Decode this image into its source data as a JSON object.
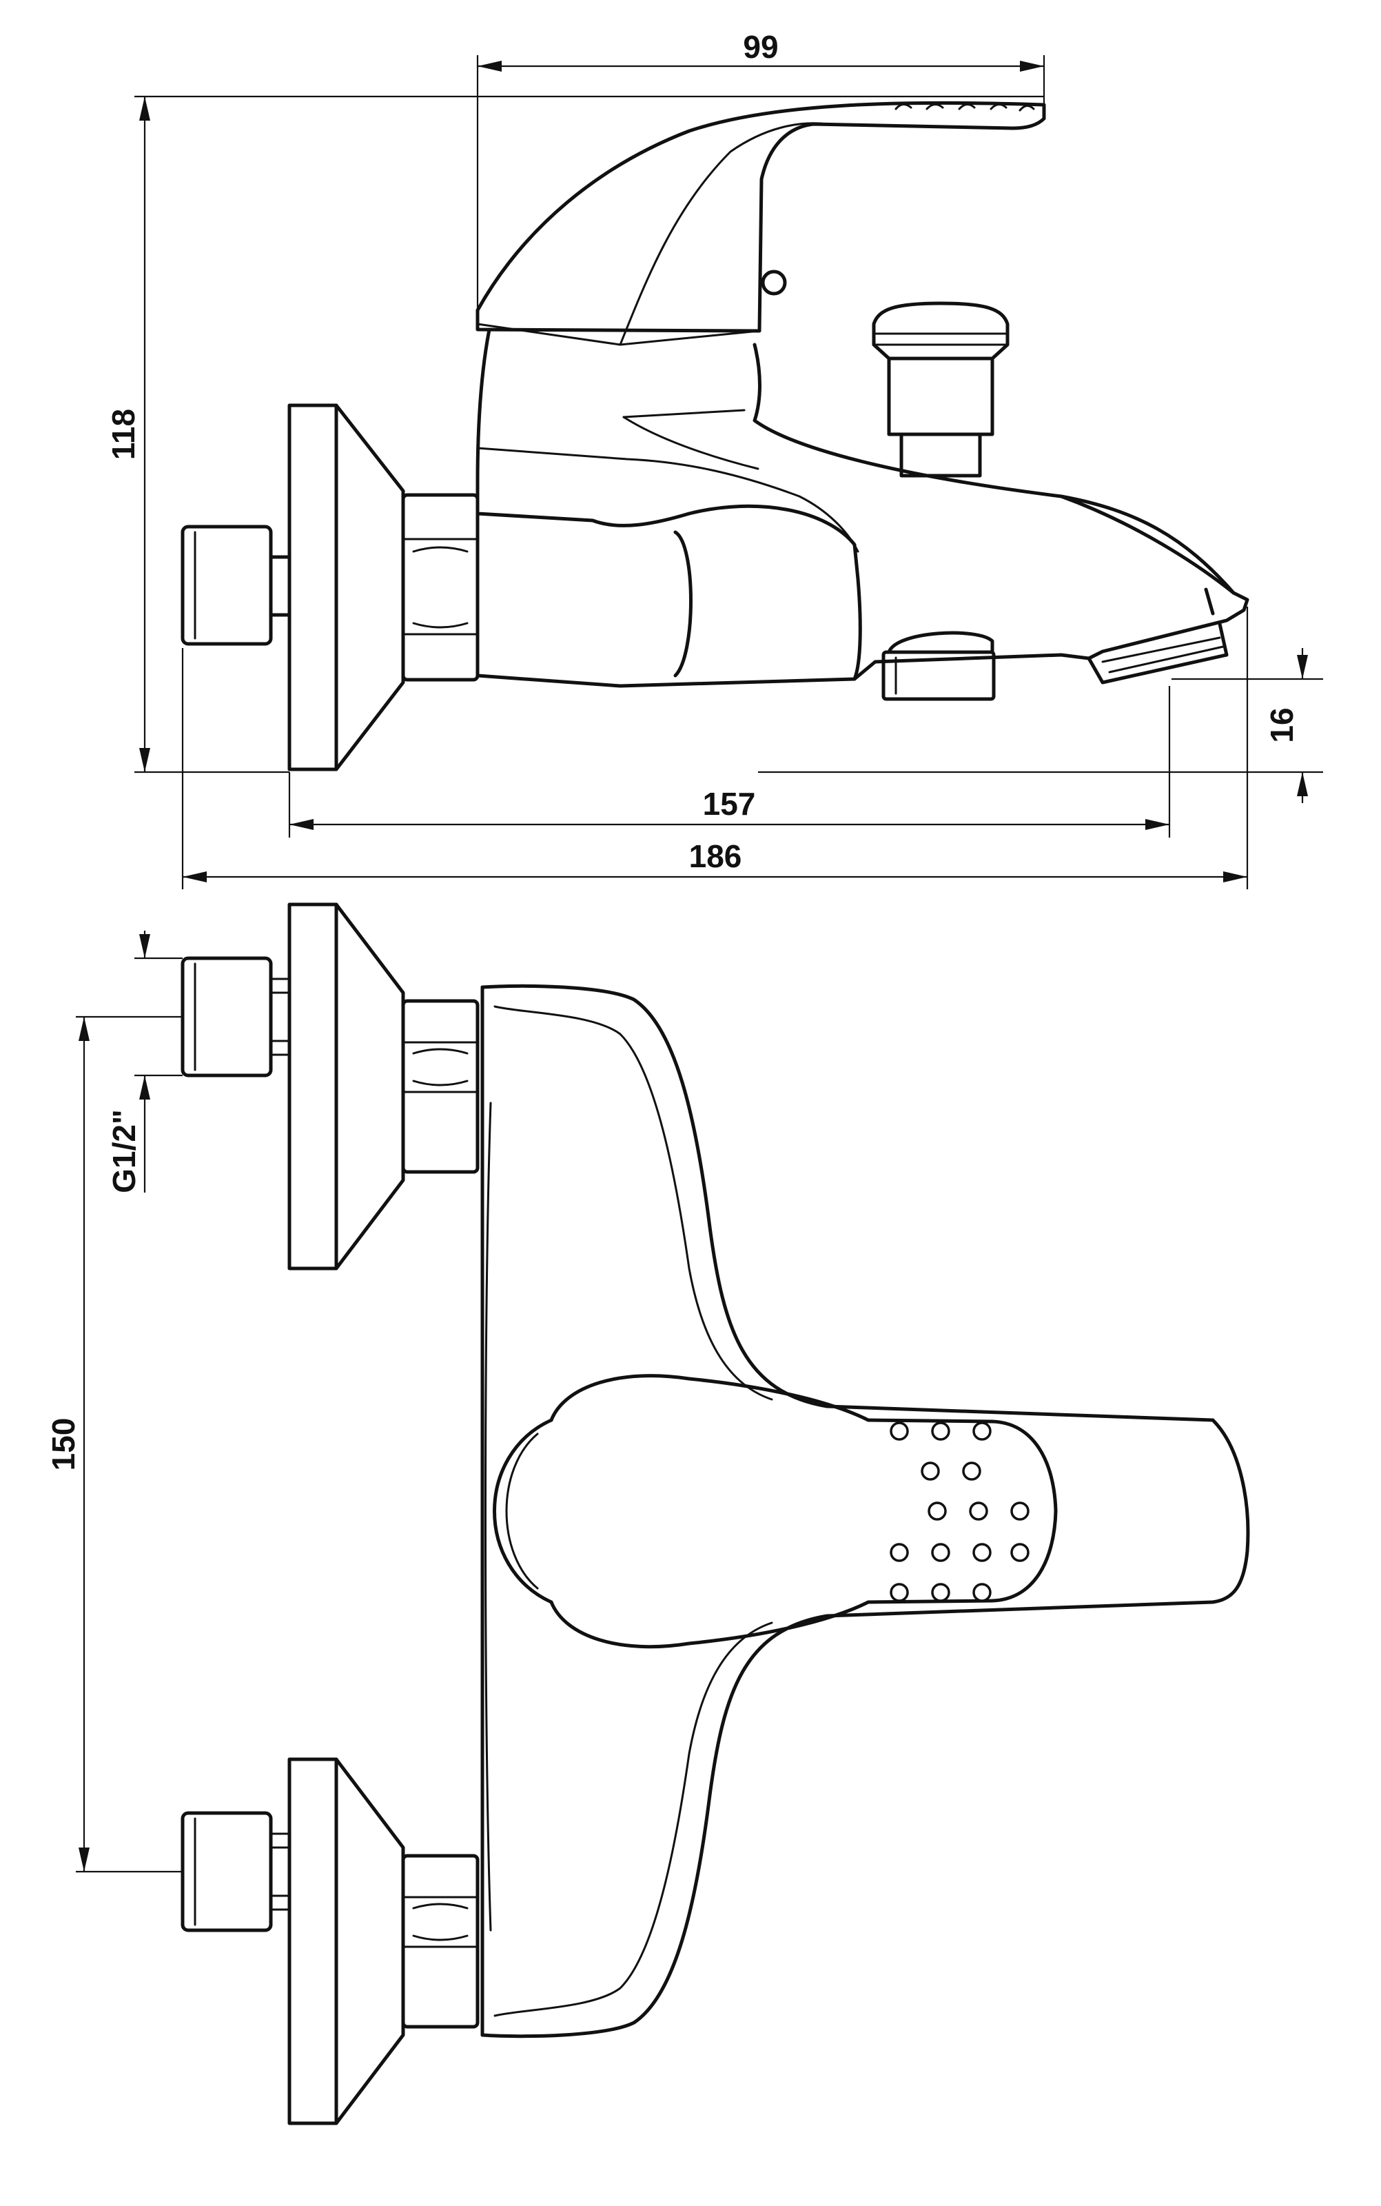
{
  "dimensions": {
    "handle_length": "99",
    "total_height": "118",
    "spout_height": "16",
    "wall_to_spout": "157",
    "overall_length": "186",
    "inlet_spacing": "150",
    "thread_size": "G1/2\""
  }
}
